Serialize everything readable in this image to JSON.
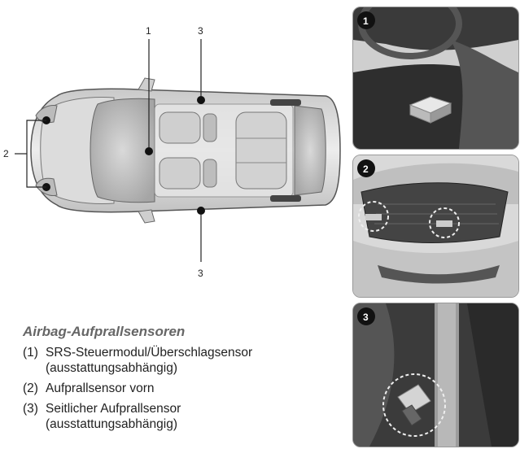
{
  "figure": {
    "callout_1": "1",
    "callout_2": "2",
    "callout_3_top": "3",
    "callout_3_bottom": "3"
  },
  "caption": {
    "title": "Airbag-Aufprallsensoren",
    "items": [
      {
        "num": "(1)",
        "line1": "SRS-Steuermodul/Überschlagsensor",
        "line2": "(ausstattungsabhängig)"
      },
      {
        "num": "(2)",
        "line1": "Aufprallsensor vorn",
        "line2": ""
      },
      {
        "num": "(3)",
        "line1": "Seitlicher Aufprallsensor",
        "line2": "(ausstattungsabhängig)"
      }
    ]
  },
  "panels": [
    {
      "badge": "1"
    },
    {
      "badge": "2"
    },
    {
      "badge": "3"
    }
  ]
}
